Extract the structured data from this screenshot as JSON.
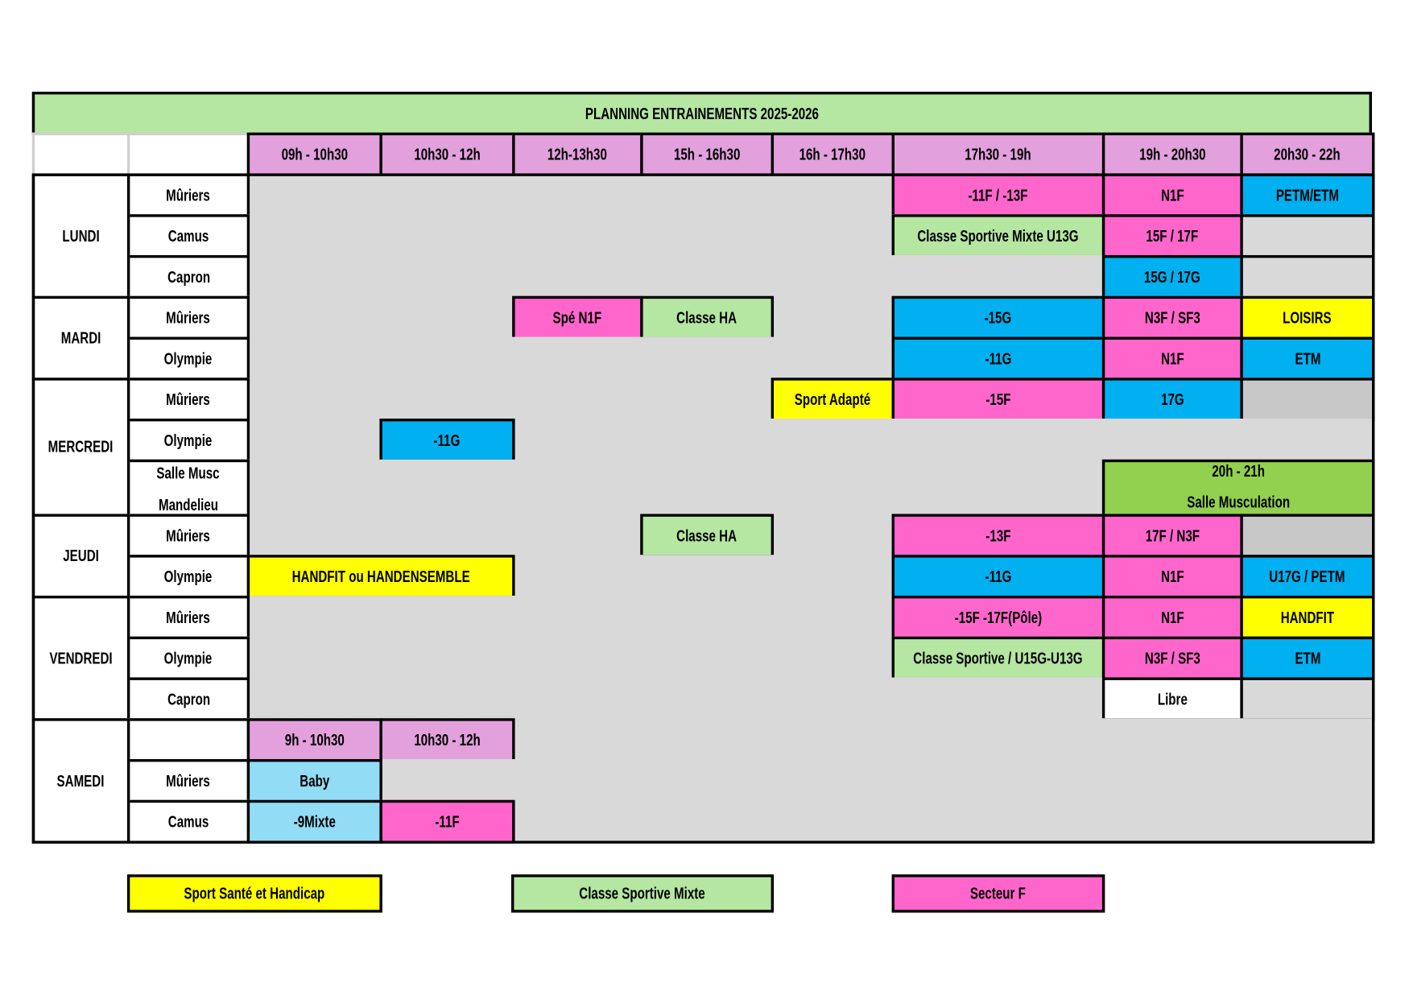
{
  "title": "PLANNING ENTRAINEMENTS 2025-2026",
  "slots": [
    "09h - 10h30",
    "10h30 - 12h",
    "12h-13h30",
    "15h - 16h30",
    "16h - 17h30",
    "17h30 - 19h",
    "19h - 20h30",
    "20h30 - 22h"
  ],
  "colors": {
    "pink": "#ff66cc",
    "blue": "#00b0f0",
    "green": "#b5e6a2",
    "yellow": "#ffff00",
    "babyblue": "#92dcf5",
    "white": "#ffffff",
    "darkgreen": "#92d050",
    "grey": "#c8c8c8",
    "plain": "#d9d9d9",
    "header": "#e2a0dc",
    "title": "#b5e6a2"
  },
  "days": [
    {
      "name": "LUNDI",
      "venues": [
        {
          "name": [
            "Mûriers"
          ],
          "sessions": [
            {
              "slot": 5,
              "span": 1,
              "label": [
                "-11F / -13F"
              ],
              "cat": "pink"
            },
            {
              "slot": 6,
              "span": 1,
              "label": [
                "N1F"
              ],
              "cat": "pink"
            },
            {
              "slot": 7,
              "span": 1,
              "label": [
                "PETM/ETM"
              ],
              "cat": "blue"
            }
          ]
        },
        {
          "name": [
            "Camus"
          ],
          "sessions": [
            {
              "slot": 5,
              "span": 1,
              "label": [
                "Classe Sportive Mixte U13G"
              ],
              "cat": "green"
            },
            {
              "slot": 6,
              "span": 1,
              "label": [
                "15F / 17F"
              ],
              "cat": "pink"
            },
            {
              "slot": 7,
              "span": 1,
              "label": [
                ""
              ],
              "cat": "plain"
            }
          ]
        },
        {
          "name": [
            "Capron"
          ],
          "sessions": [
            {
              "slot": 6,
              "span": 1,
              "label": [
                "15G / 17G"
              ],
              "cat": "blue"
            },
            {
              "slot": 7,
              "span": 1,
              "label": [
                ""
              ],
              "cat": "plain"
            }
          ]
        }
      ]
    },
    {
      "name": "MARDI",
      "venues": [
        {
          "name": [
            "Mûriers"
          ],
          "sessions": [
            {
              "slot": 2,
              "span": 1,
              "label": [
                "Spé N1F"
              ],
              "cat": "pink"
            },
            {
              "slot": 3,
              "span": 1,
              "label": [
                "Classe HA"
              ],
              "cat": "green"
            },
            {
              "slot": 5,
              "span": 1,
              "label": [
                "-15G"
              ],
              "cat": "blue"
            },
            {
              "slot": 6,
              "span": 1,
              "label": [
                "N3F / SF3"
              ],
              "cat": "pink"
            },
            {
              "slot": 7,
              "span": 1,
              "label": [
                "LOISIRS"
              ],
              "cat": "yellow"
            }
          ]
        },
        {
          "name": [
            "Olympie"
          ],
          "sessions": [
            {
              "slot": 5,
              "span": 1,
              "label": [
                "-11G"
              ],
              "cat": "blue"
            },
            {
              "slot": 6,
              "span": 1,
              "label": [
                "N1F"
              ],
              "cat": "pink"
            },
            {
              "slot": 7,
              "span": 1,
              "label": [
                "ETM"
              ],
              "cat": "blue"
            }
          ]
        }
      ]
    },
    {
      "name": "MERCREDI",
      "venues": [
        {
          "name": [
            "Mûriers"
          ],
          "sessions": [
            {
              "slot": 4,
              "span": 1,
              "label": [
                "Sport Adapté"
              ],
              "cat": "yellow"
            },
            {
              "slot": 5,
              "span": 1,
              "label": [
                "-15F"
              ],
              "cat": "pink"
            },
            {
              "slot": 6,
              "span": 1,
              "label": [
                "17G"
              ],
              "cat": "blue"
            },
            {
              "slot": 7,
              "span": 1,
              "label": [
                ""
              ],
              "cat": "grey"
            }
          ]
        },
        {
          "name": [
            "Olympie"
          ],
          "sessions": [
            {
              "slot": 1,
              "span": 1,
              "label": [
                "-11G"
              ],
              "cat": "blue"
            }
          ]
        },
        {
          "name": [
            "Salle Musc",
            "Mandelieu"
          ],
          "tall": true,
          "sessions": [
            {
              "slot": 6,
              "span": 2,
              "label": [
                "20h - 21h",
                "Salle Musculation"
              ],
              "cat": "darkgreen"
            }
          ]
        }
      ]
    },
    {
      "name": "JEUDI",
      "venues": [
        {
          "name": [
            "Mûriers"
          ],
          "sessions": [
            {
              "slot": 3,
              "span": 1,
              "label": [
                "Classe HA"
              ],
              "cat": "green"
            },
            {
              "slot": 5,
              "span": 1,
              "label": [
                "-13F"
              ],
              "cat": "pink"
            },
            {
              "slot": 6,
              "span": 1,
              "label": [
                "17F / N3F"
              ],
              "cat": "pink"
            },
            {
              "slot": 7,
              "span": 1,
              "label": [
                ""
              ],
              "cat": "grey"
            }
          ]
        },
        {
          "name": [
            "Olympie"
          ],
          "sessions": [
            {
              "slot": 0,
              "span": 2,
              "label": [
                "HANDFIT ou HANDENSEMBLE"
              ],
              "cat": "yellow"
            },
            {
              "slot": 5,
              "span": 1,
              "label": [
                "-11G"
              ],
              "cat": "blue"
            },
            {
              "slot": 6,
              "span": 1,
              "label": [
                "N1F"
              ],
              "cat": "pink"
            },
            {
              "slot": 7,
              "span": 1,
              "label": [
                "U17G / PETM"
              ],
              "cat": "blue"
            }
          ]
        }
      ]
    },
    {
      "name": "VENDREDI",
      "venues": [
        {
          "name": [
            "Mûriers"
          ],
          "sessions": [
            {
              "slot": 5,
              "span": 1,
              "label": [
                "-15F -17F(Pôle)"
              ],
              "cat": "pink"
            },
            {
              "slot": 6,
              "span": 1,
              "label": [
                "N1F"
              ],
              "cat": "pink"
            },
            {
              "slot": 7,
              "span": 1,
              "label": [
                "HANDFIT"
              ],
              "cat": "yellow"
            }
          ]
        },
        {
          "name": [
            "Olympie"
          ],
          "sessions": [
            {
              "slot": 5,
              "span": 1,
              "label": [
                "Classe Sportive / U15G-U13G"
              ],
              "cat": "green"
            },
            {
              "slot": 6,
              "span": 1,
              "label": [
                "N3F / SF3"
              ],
              "cat": "pink"
            },
            {
              "slot": 7,
              "span": 1,
              "label": [
                "ETM"
              ],
              "cat": "blue"
            }
          ]
        },
        {
          "name": [
            "Capron"
          ],
          "sessions": [
            {
              "slot": 6,
              "span": 1,
              "label": [
                "Libre"
              ],
              "cat": "white"
            },
            {
              "slot": 7,
              "span": 1,
              "label": [
                ""
              ],
              "cat": "plain"
            }
          ]
        }
      ]
    },
    {
      "name": "SAMEDI",
      "venues": [
        {
          "name": [
            ""
          ],
          "sessions": [
            {
              "slot": 0,
              "span": 1,
              "label": [
                "9h - 10h30"
              ],
              "cat": "header"
            },
            {
              "slot": 1,
              "span": 1,
              "label": [
                "10h30 - 12h"
              ],
              "cat": "header"
            }
          ]
        },
        {
          "name": [
            "Mûriers"
          ],
          "sessions": [
            {
              "slot": 0,
              "span": 1,
              "label": [
                "Baby"
              ],
              "cat": "babyblue"
            }
          ]
        },
        {
          "name": [
            "Camus"
          ],
          "sessions": [
            {
              "slot": 0,
              "span": 1,
              "label": [
                "-9Mixte"
              ],
              "cat": "babyblue"
            },
            {
              "slot": 1,
              "span": 1,
              "label": [
                "-11F"
              ],
              "cat": "pink"
            }
          ]
        }
      ]
    }
  ],
  "legend": [
    {
      "label": "Sport Santé et Handicap",
      "cat": "yellow"
    },
    {
      "label": "Classe Sportive Mixte",
      "cat": "green"
    },
    {
      "label": "Secteur F",
      "cat": "pink"
    }
  ]
}
